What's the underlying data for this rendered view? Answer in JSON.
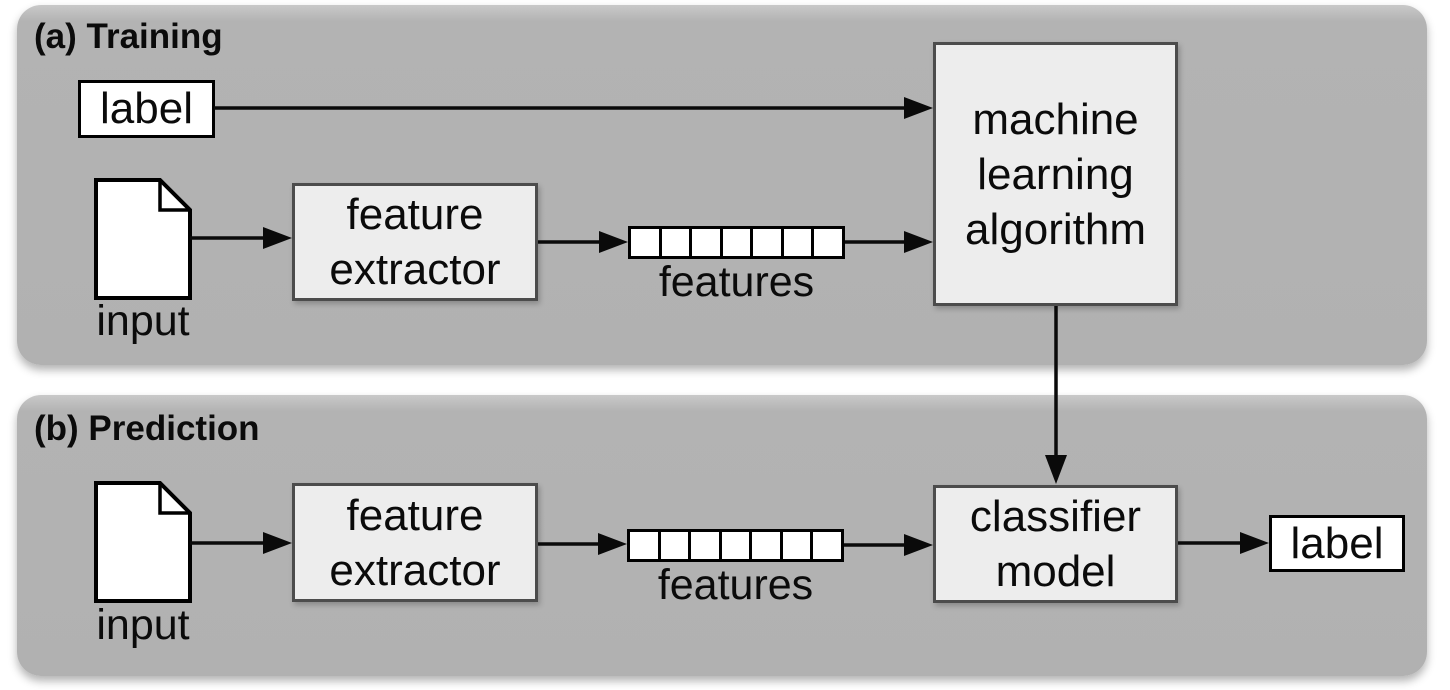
{
  "colors": {
    "panel_gray": "#b3b3b3",
    "process_box_fill": "#ededed",
    "process_box_border": "#4c4c4c",
    "data_box_fill": "#ffffff",
    "data_box_border": "#000000",
    "arrow": "#0a0a0a",
    "text": "#0b0b0b"
  },
  "features_strip": {
    "cells": 7
  },
  "training": {
    "heading": "(a) Training",
    "label_box": "label",
    "input_caption": "input",
    "extractor_box": "feature extractor",
    "features_caption": "features",
    "algorithm_box": "machine learning algorithm"
  },
  "prediction": {
    "heading": "(b) Prediction",
    "input_caption": "input",
    "extractor_box": "feature extractor",
    "features_caption": "features",
    "classifier_box": "classifier model",
    "label_box": "label"
  }
}
